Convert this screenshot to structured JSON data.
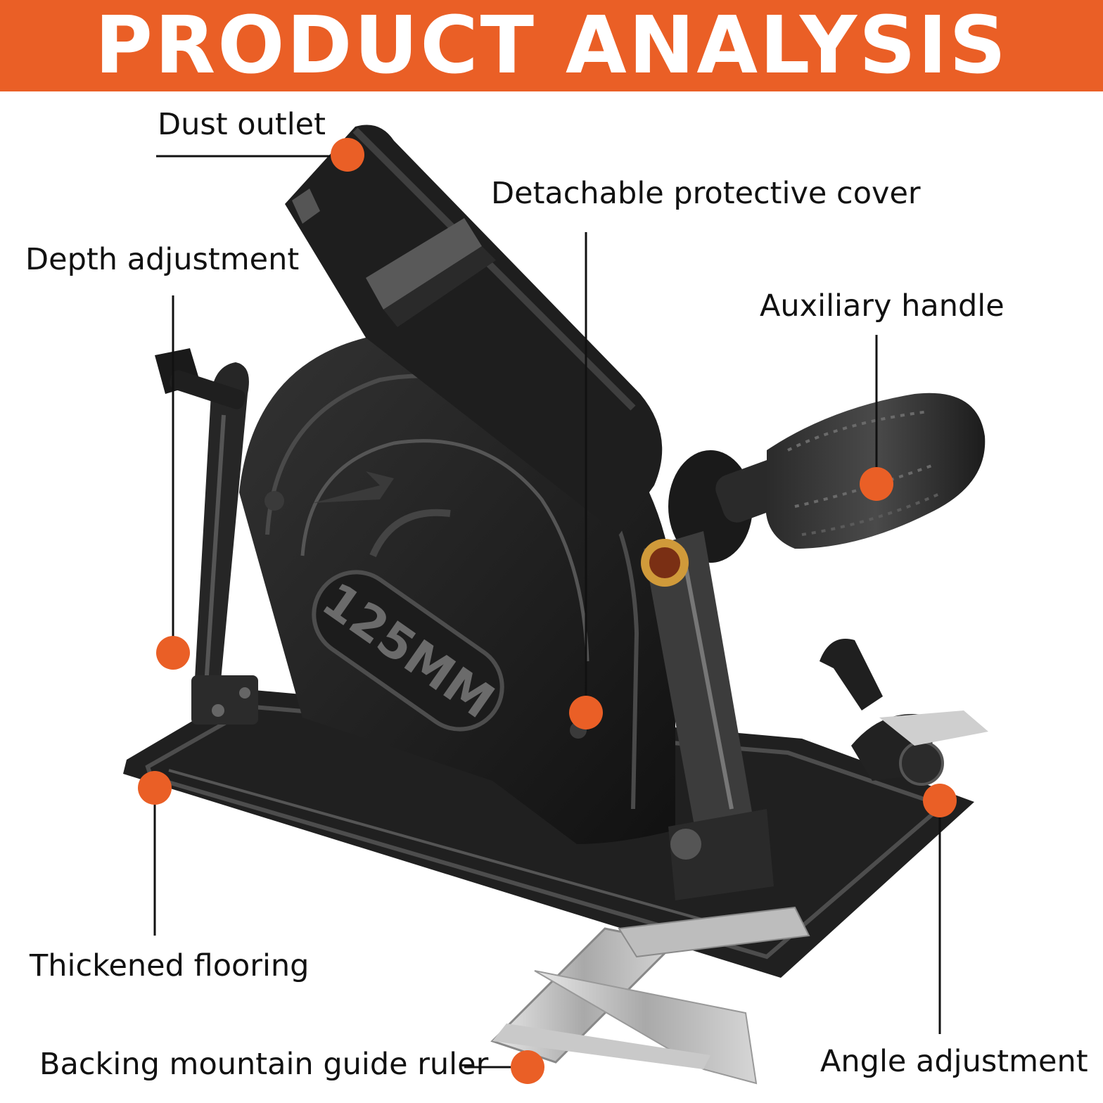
{
  "header": {
    "title": "PRODUCT ANALYSIS"
  },
  "colors": {
    "accent": "#ea5f26",
    "text": "#111111",
    "product": "#1a1a1a"
  },
  "product": {
    "guard_marking": "125MM"
  },
  "callouts": [
    {
      "id": "dust-outlet",
      "label": "Dust outlet"
    },
    {
      "id": "detachable-protective-cover",
      "label": "Detachable protective cover"
    },
    {
      "id": "depth-adjustment",
      "label": "Depth adjustment"
    },
    {
      "id": "auxiliary-handle",
      "label": "Auxiliary handle"
    },
    {
      "id": "thickened-flooring",
      "label": "Thickened flooring"
    },
    {
      "id": "backing-mountain-guide-ruler",
      "label": "Backing mountain guide ruler"
    },
    {
      "id": "angle-adjustment",
      "label": "Angle adjustment"
    }
  ]
}
